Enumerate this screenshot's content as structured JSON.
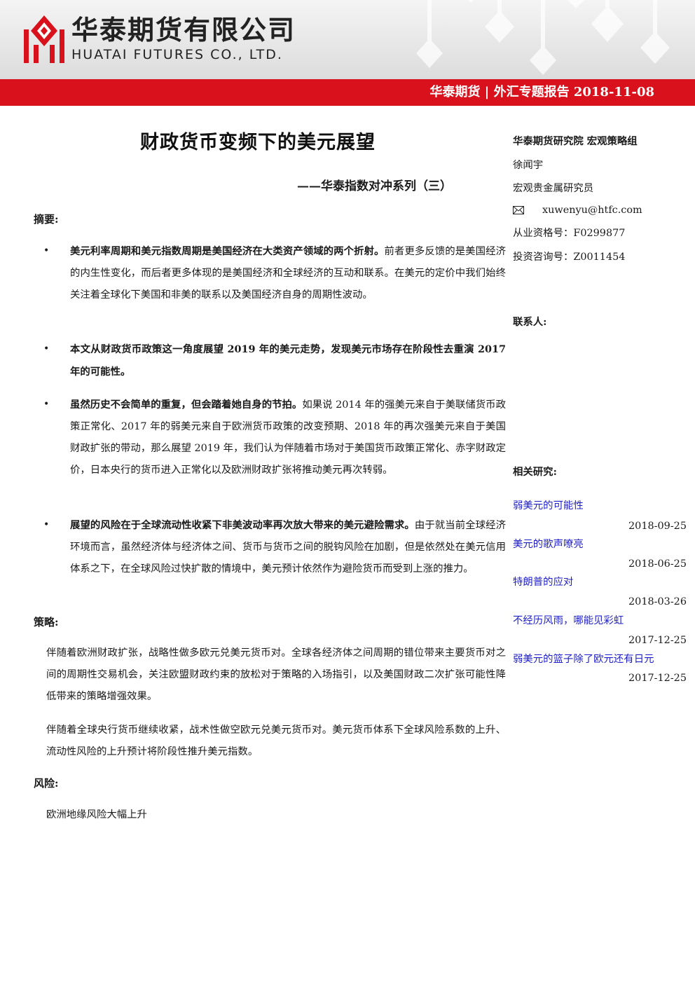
{
  "header": {
    "company_cn": "华泰期货有限公司",
    "company_en": "HUATAI FUTURES CO., LTD.",
    "report_line": "华泰期货 | 外汇专题报告 2018-11-08"
  },
  "title": "财政货币变频下的美元展望",
  "subtitle": "——华泰指数对冲系列（三）",
  "abstract": {
    "heading": "摘要:",
    "bullets": [
      {
        "bold": "美元利率周期和美元指数周期是美国经济在大类资产领域的两个折射。",
        "rest": "前者更多反馈的是美国经济的内生性变化，而后者更多体现的是美国经济和全球经济的互动和联系。在美元的定价中我们始终关注着全球化下美国和非美的联系以及美国经济自身的周期性波动。"
      },
      {
        "bold": "本文从财政货币政策这一角度展望 2019 年的美元走势，发现美元市场存在阶段性去重演 2017 年的可能性。",
        "rest": ""
      },
      {
        "bold": "虽然历史不会简单的重复，但会踏着她自身的节拍。",
        "rest": "如果说 2014 年的强美元来自于美联储货币政策正常化、2017 年的弱美元来自于欧洲货币政策的改变预期、2018 年的再次强美元来自于美国财政扩张的带动，那么展望 2019 年，我们认为伴随着市场对于美国货币政策正常化、赤字财政定价，日本央行的货币进入正常化以及欧洲财政扩张将推动美元再次转弱。"
      },
      {
        "bold": "展望的风险在于全球流动性收紧下非美波动率再次放大带来的美元避险需求。",
        "rest": "由于就当前全球经济环境而言，虽然经济体与经济体之间、货币与货币之间的脱钩风险在加剧，但是依然处在美元信用体系之下，在全球风险过快扩散的情境中，美元预计依然作为避险货币而受到上涨的推力。"
      }
    ]
  },
  "strategy": {
    "heading": "策略:",
    "paragraphs": [
      "伴随着欧洲财政扩张，战略性做多欧元兑美元货币对。全球各经济体之间周期的错位带来主要货币对之间的周期性交易机会，关注欧盟财政约束的放松对于策略的入场指引，以及美国财政二次扩张可能性降低带来的策略增强效果。",
      "伴随着全球央行货币继续收紧，战术性做空欧元兑美元货币对。美元货币体系下全球风险系数的上升、流动性风险的上升预计将阶段性推升美元指数。"
    ]
  },
  "risk": {
    "heading": "风险:",
    "text": "欧洲地缘风险大幅上升"
  },
  "sidebar": {
    "institute": "华泰期货研究院  宏观策略组",
    "analyst": "徐闻宇",
    "role": "宏观贵金属研究员",
    "email": "xuwenyu@htfc.com",
    "license": "从业资格号：F0299877",
    "advisory": "投资咨询号：Z0011454",
    "contact_heading": "联系人:",
    "related_heading": "相关研究:",
    "related": [
      {
        "title": "弱美元的可能性",
        "date": "2018-09-25"
      },
      {
        "title": "美元的歌声嘹亮",
        "date": "2018-06-25"
      },
      {
        "title": "特朗普的应对",
        "date": "2018-03-26"
      },
      {
        "title": "不经历风雨，哪能见彩虹",
        "date": "2017-12-25"
      },
      {
        "title": "弱美元的篮子除了欧元还有日元",
        "date": "2017-12-25"
      }
    ]
  },
  "colors": {
    "brand_red": "#d9111d",
    "link_blue": "#1f1fcc"
  }
}
